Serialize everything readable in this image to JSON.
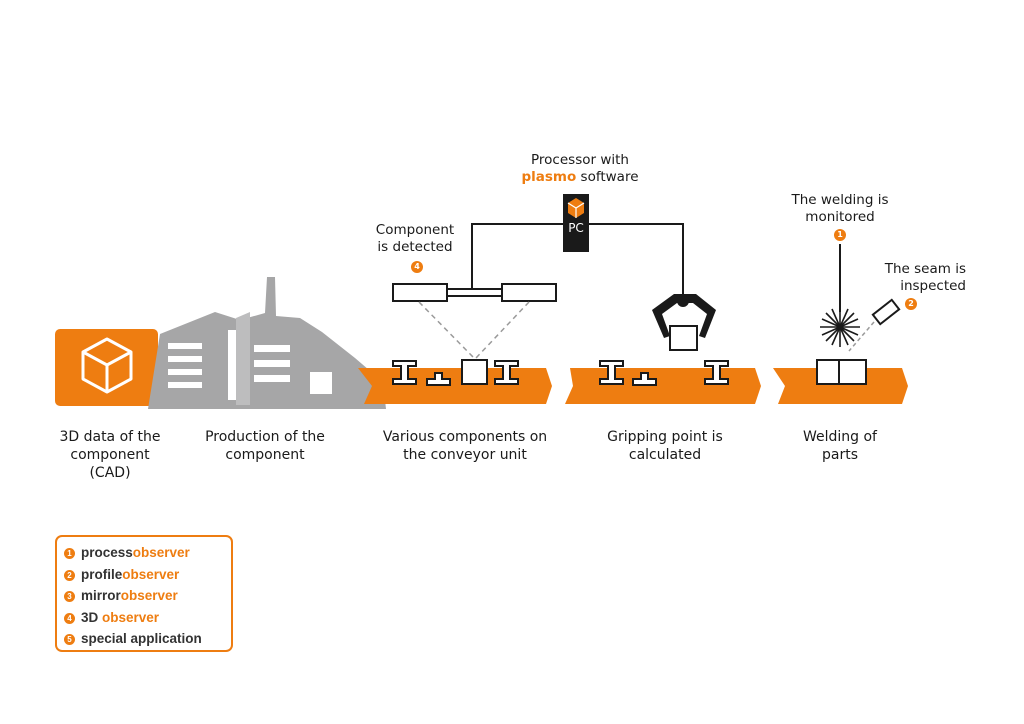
{
  "processor": {
    "line1": "Processor with",
    "brand": "plasmo",
    "line2_rest": " software",
    "pc_label": "PC"
  },
  "component_detected": {
    "line1": "Component",
    "line2": "is detected",
    "badge": "4"
  },
  "welding_monitored": {
    "line1": "The welding is",
    "line2": "monitored",
    "badge": "1"
  },
  "seam_inspected": {
    "line1": "The seam is",
    "line2": "inspected",
    "badge": "2"
  },
  "captions": [
    {
      "line1": "3D data of the",
      "line2": "component",
      "line3": "(CAD)"
    },
    {
      "line1": "Production of the",
      "line2": "component"
    },
    {
      "line1": "Various components on",
      "line2": "the conveyor unit"
    },
    {
      "line1": "Gripping point is",
      "line2": "calculated"
    },
    {
      "line1": "Welding of",
      "line2": "parts"
    }
  ],
  "legend": [
    {
      "num": "1",
      "dark": "process",
      "orange": "observer"
    },
    {
      "num": "2",
      "dark": "profile",
      "orange": "observer"
    },
    {
      "num": "3",
      "dark": "mirror",
      "orange": "observer"
    },
    {
      "num": "4",
      "dark": "3D ",
      "orange": "observer"
    },
    {
      "num": "5",
      "dark": "special application",
      "orange": ""
    }
  ],
  "colors": {
    "accent": "#ee7d11",
    "factory_gray": "#a6a6a7",
    "line": "#1a1a1a"
  },
  "icons": [
    "cube-icon",
    "factory-icon",
    "pc-icon",
    "camera-icon",
    "gripper-icon",
    "laser-icon",
    "sensor-icon"
  ]
}
